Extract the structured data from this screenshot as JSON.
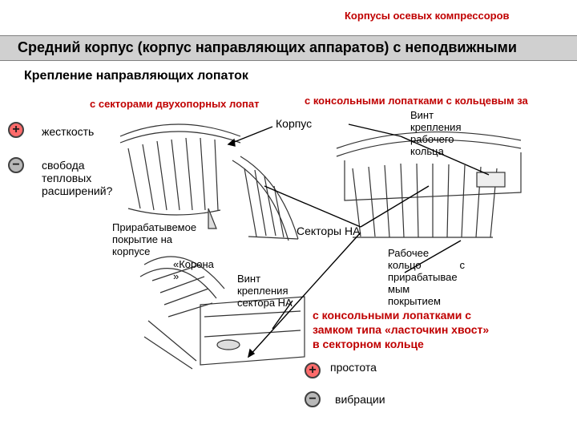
{
  "header": {
    "section_title": "Корпусы осевых компрессоров"
  },
  "title": "Средний корпус (корпус направляющих аппаратов) с неподвижными",
  "subtitle": "Крепление направляющих лопаток",
  "left_panel": {
    "heading": "с секторами двухопорных лопат",
    "plus_label": "жесткость",
    "minus_label_lines": [
      "свобода",
      "тепловых",
      "расширений?"
    ],
    "callout_korpus": "Корпус",
    "callout_coating_lines": [
      "Прирабатывемое",
      "покрытие на",
      "корпусе"
    ],
    "callout_korona_lines": [
      "«Корона",
      "»"
    ],
    "callout_screw_lines": [
      "Винт",
      "крепления",
      "сектора НА"
    ]
  },
  "right_panel": {
    "heading": "с консольными лопатками с кольцевым за",
    "callout_screw_ring_lines": [
      "Винт",
      "крепления",
      "рабочего",
      "кольца"
    ],
    "callout_sectors": "Секторы НА",
    "callout_ring_lines": [
      "Рабочее",
      "кольцо с",
      "прирабатывае",
      "мым",
      "покрытием"
    ],
    "bottom_heading_lines": [
      "с консольными лопатками с",
      "замком типа «ласточкин хвост»",
      "в секторном кольце"
    ],
    "plus_label": "простота",
    "minus_label": "вибрации"
  },
  "icons": {
    "plus": "plus-circle-icon",
    "minus": "minus-circle-icon"
  },
  "colors": {
    "accent_red": "#c00000",
    "band_gray": "#d0d0d0",
    "plus_fill": "#ff6b6b",
    "minus_fill": "#b8b8b8"
  }
}
